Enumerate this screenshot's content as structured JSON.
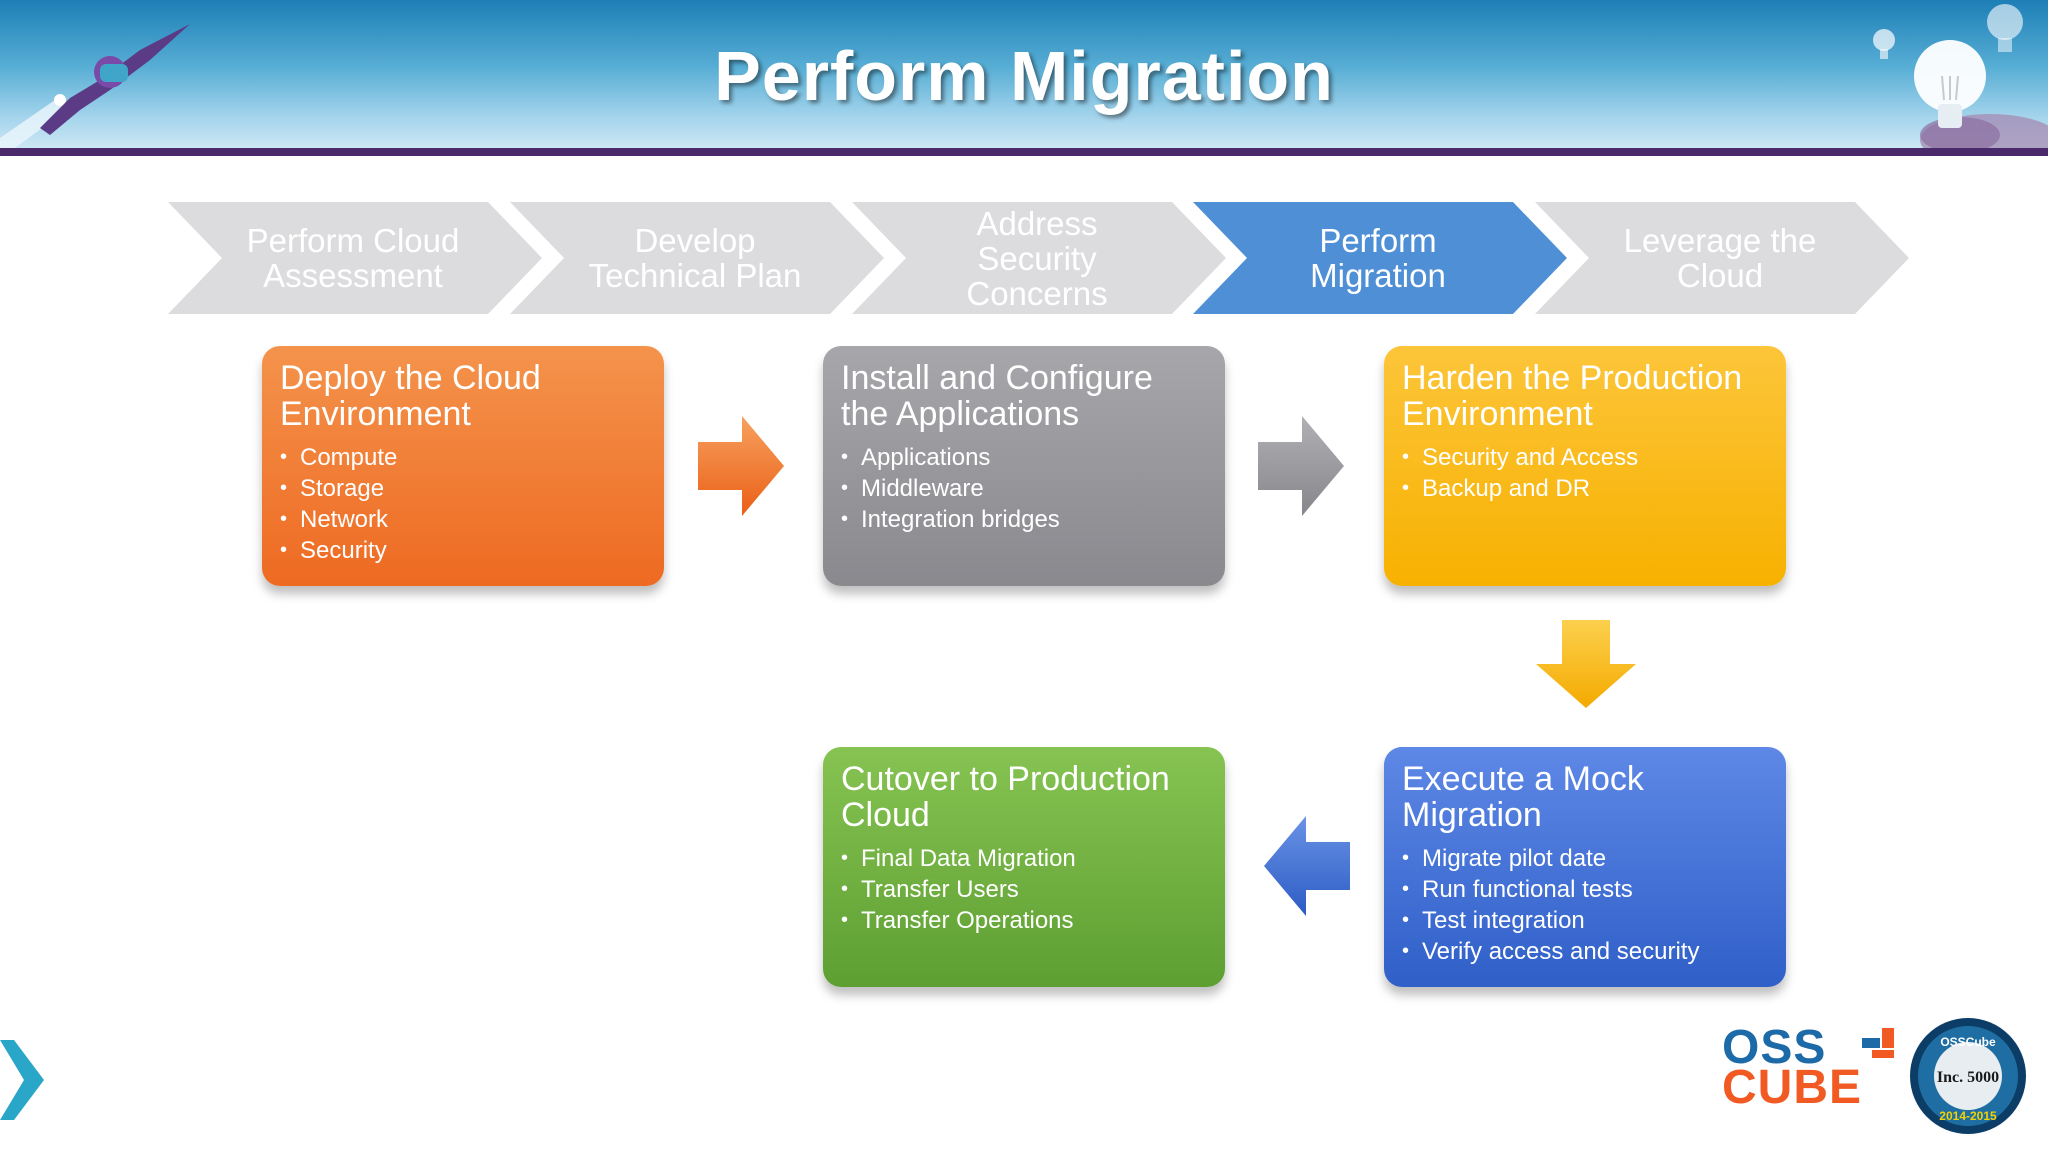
{
  "header": {
    "title": "Perform Migration"
  },
  "process": [
    {
      "label": "Perform Cloud\nAssessment",
      "active": false
    },
    {
      "label": "Develop\nTechnical Plan",
      "active": false
    },
    {
      "label": "Address\nSecurity\nConcerns",
      "active": false
    },
    {
      "label": "Perform\nMigration",
      "active": true
    },
    {
      "label": "Leverage the\nCloud",
      "active": false
    }
  ],
  "steps": {
    "deploy": {
      "title": "Deploy the Cloud Environment",
      "items": [
        "Compute",
        "Storage",
        "Network",
        "Security"
      ]
    },
    "install": {
      "title": "Install and Configure the Applications",
      "items": [
        "Applications",
        "Middleware",
        "Integration bridges"
      ]
    },
    "harden": {
      "title": "Harden the Production Environment",
      "items": [
        "Security and Access",
        "Backup and DR"
      ]
    },
    "mock": {
      "title": "Execute a Mock Migration",
      "items": [
        "Migrate pilot date",
        "Run functional tests",
        "Test integration",
        "Verify access and security"
      ]
    },
    "cutover": {
      "title": "Cutover to Production Cloud",
      "items": [
        "Final Data Migration",
        "Transfer Users",
        "Transfer Operations"
      ]
    }
  },
  "colors": {
    "chevron_inactive": "#dcdcdf",
    "chevron_active": "#4f8fd6",
    "orange": "#ee6a22",
    "gray": "#8a898e",
    "yellow": "#f7b100",
    "green": "#5e9f32",
    "blue": "#2f5fc8"
  },
  "footer": {
    "logo_top": "OSS",
    "logo_bottom": "CUBE",
    "badge_text": "Inc. 5000",
    "badge_ring": "OSSCube",
    "badge_years": "2014-2015"
  }
}
